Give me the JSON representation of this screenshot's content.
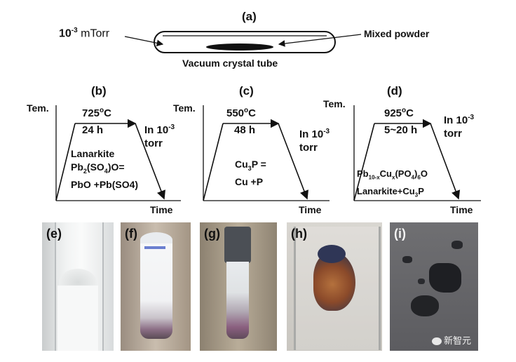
{
  "panel_a": {
    "label": "(a)",
    "pressure_base": "10",
    "pressure_exp": "-3",
    "pressure_unit": " mTorr",
    "mixed_powder": "Mixed powder",
    "tube_caption": "Vacuum crystal tube"
  },
  "panel_b": {
    "label": "(b)",
    "y_axis": "Tem.",
    "x_axis": "Time",
    "temp": "725",
    "temp_sup": "o",
    "temp_unit": "C",
    "duration": "24 h",
    "atmosphere_1": "In 10",
    "atmosphere_exp": "-3",
    "atmosphere_2": "torr",
    "reaction_1": "Lanarkite",
    "reaction_2_a": "Pb",
    "reaction_2_sub1": "2",
    "reaction_2_b": "(SO",
    "reaction_2_sub2": "4",
    "reaction_2_c": ")O=",
    "reaction_3": "PbO +Pb(SO4)"
  },
  "panel_c": {
    "label": "(c)",
    "y_axis": "Tem.",
    "x_axis": "Time",
    "temp": "550",
    "temp_sup": "o",
    "temp_unit": "C",
    "duration": "48 h",
    "atmosphere_1": "In 10",
    "atmosphere_exp": "-3",
    "atmosphere_2": "torr",
    "reaction_1_a": "Cu",
    "reaction_1_sub": "3",
    "reaction_1_b": "P =",
    "reaction_2": "Cu +P"
  },
  "panel_d": {
    "label": "(d)",
    "y_axis": "Tem.",
    "x_axis": "Time",
    "temp": "925",
    "temp_sup": "o",
    "temp_unit": "C",
    "duration": "5~20 h",
    "atmosphere_1": "In 10",
    "atmosphere_exp": "-3",
    "atmosphere_2": "torr",
    "reaction_1_a": "Pb",
    "reaction_1_sub1": "10-x",
    "reaction_1_b": "Cu",
    "reaction_1_sub2": "x",
    "reaction_1_c": "(PO",
    "reaction_1_sub3": "4",
    "reaction_1_d": ")",
    "reaction_1_sub4": "6",
    "reaction_1_e": "O",
    "reaction_2_a": "Lanarkite+Cu",
    "reaction_2_sub": "3",
    "reaction_2_b": "P"
  },
  "photos": [
    {
      "label": "(e)"
    },
    {
      "label": "(f)"
    },
    {
      "label": "(g)"
    },
    {
      "label": "(h)"
    },
    {
      "label": "(i)"
    }
  ],
  "watermark": "新智元"
}
